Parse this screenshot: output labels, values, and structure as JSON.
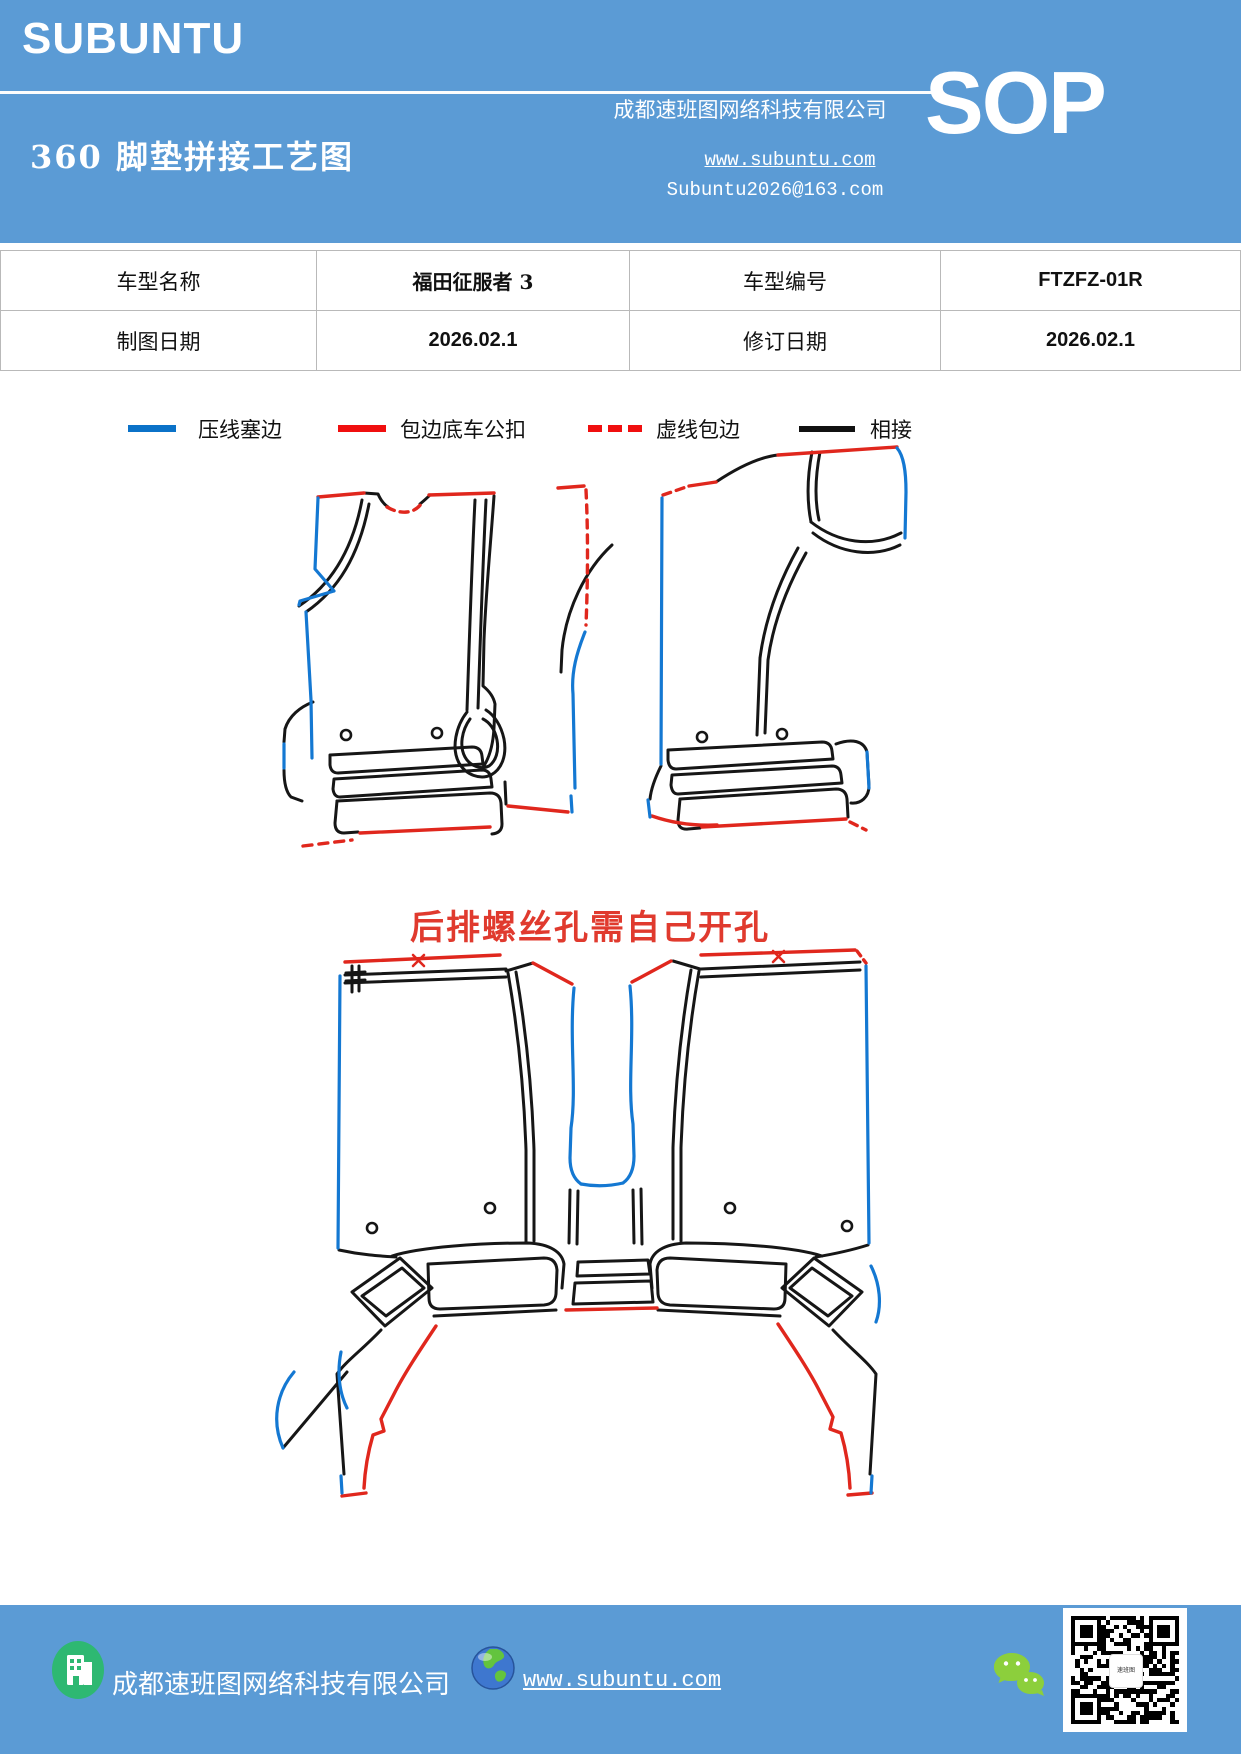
{
  "header": {
    "brand": "SUBUNTU",
    "title": "360 脚垫拼接工艺图",
    "company": "成都速班图网络科技有限公司",
    "website": "www.subuntu.com",
    "email": "Subuntu2026@163.com",
    "badge": "SOP"
  },
  "info_table": {
    "rows": [
      [
        "车型名称",
        "福田征服者 3",
        "车型编号",
        "FTZFZ-01R"
      ],
      [
        "制图日期",
        "2026.02.1",
        "修订日期",
        "2026.02.1"
      ]
    ]
  },
  "legend": {
    "items": [
      {
        "label": "压线塞边",
        "color": "#0b72c8",
        "style": "solid"
      },
      {
        "label": "包边底车公扣",
        "color": "#f00f0f",
        "style": "solid"
      },
      {
        "label": "虚线包边",
        "color": "#f00f0f",
        "style": "dashed"
      },
      {
        "label": "相接",
        "color": "#111111",
        "style": "solid"
      }
    ]
  },
  "note": {
    "text": "后排螺丝孔需自己开孔",
    "color": "#e03a2e"
  },
  "footer": {
    "company": "成都速班图网络科技有限公司",
    "website": "www.subuntu.com"
  },
  "colors": {
    "header_blue": "#5b9bd5",
    "line_blue": "#1478d2",
    "line_red": "#e0271d",
    "line_black": "#161616",
    "wechat_green": "#8ccf3c",
    "building_green": "#2eb872"
  }
}
